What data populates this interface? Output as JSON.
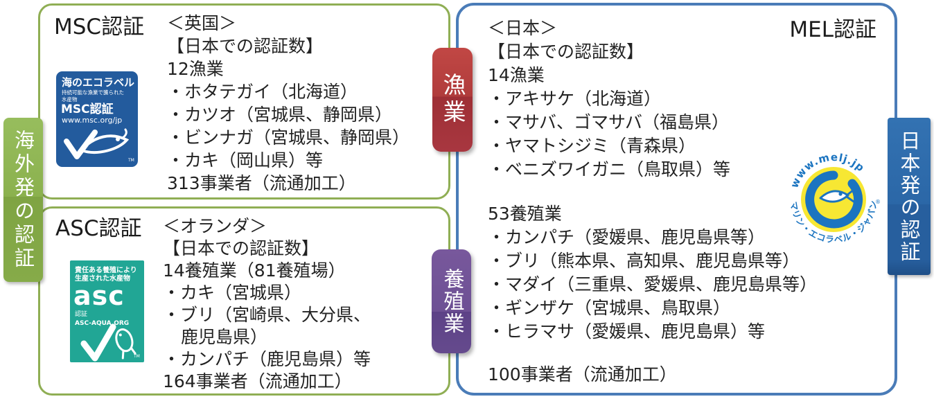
{
  "diagram": {
    "left_label": "海外発の認証",
    "right_label": "日本発の認証",
    "fishery_label": "漁業",
    "aquaculture_label": "養殖業"
  },
  "msc": {
    "title": "MSC認証",
    "lines": [
      "＜英国＞",
      "【日本での認証数】",
      "12漁業",
      "・ホタテガイ（北海道）",
      "・カツオ（宮城県、静岡県）",
      "・ビンナガ（宮城県、静岡県）",
      "・カキ（岡山県）等",
      "313事業者（流通加工）"
    ],
    "logo": {
      "line1": "海のエコラベル",
      "line2": "持続可能な漁業で獲られた",
      "line3": "水産物",
      "line4": "MSC認証",
      "line5": "www.msc.org/jp",
      "tm": "TM"
    }
  },
  "asc": {
    "title": "ASC認証",
    "lines": [
      "＜オランダ＞",
      "【日本での認証数】",
      "14養殖業（81養殖場）",
      "・カキ（宮城県）",
      "・ブリ（宮崎県、大分県、",
      "鹿児島県）",
      "・カンパチ（鹿児島県）等",
      "164事業者（流通加工）"
    ],
    "logo": {
      "line1": "責任ある養殖により",
      "line2": "生産された水産物",
      "brand": "asc",
      "line3": "認証",
      "line4": "ASC-AQUA.ORG",
      "tm": "TM"
    }
  },
  "mel": {
    "title": "MEL認証",
    "lines": [
      "＜日本＞",
      "【日本での認証数】",
      "14漁業",
      "・アキサケ（北海道）",
      "・マサバ、ゴマサバ（福島県）",
      "・ヤマトシジミ（青森県）",
      "・ベニズワイガニ（鳥取県）等",
      "53養殖業",
      "・カンパチ（愛媛県、鹿児島県等）",
      "・ブリ（熊本県、高知県、鹿児島県等）",
      "・マダイ（三重県、愛媛県、鹿児島県等）",
      "・ギンザケ（宮城県、鳥取県）",
      "・ヒラマサ（愛媛県、鹿児島県）等",
      "100事業者（流通加工）"
    ],
    "logo": {
      "top": "www.melj.jp",
      "bottom": "マリン・エコラベル・ジャパン",
      "reg": "®"
    }
  },
  "colors": {
    "green_border": "#8fae54",
    "blue_border": "#4a7cb8",
    "red_tag": "#b03c3c",
    "purple_tag": "#6d5094",
    "blue_label": "#2b67a7",
    "msc_blue": "#235b9d",
    "asc_teal": "#21a695",
    "mel_blue": "#1b74c0",
    "mel_yellow": "#f7e733",
    "text": "#222222"
  }
}
